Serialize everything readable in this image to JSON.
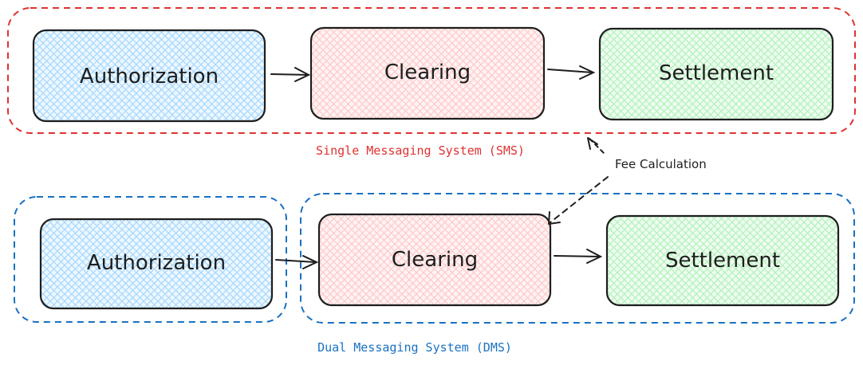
{
  "colors": {
    "sms_border": "#e03131",
    "dms_border": "#1971c2",
    "authorization_fill": "#a5d8ff",
    "clearing_fill": "#ffc9c9",
    "settlement_fill": "#b2f2bb",
    "stroke": "#1e1e1e"
  },
  "sms": {
    "label": "Single Messaging System (SMS)",
    "authorization": "Authorization",
    "clearing": "Clearing",
    "settlement": "Settlement"
  },
  "dms": {
    "label": "Dual Messaging System (DMS)",
    "authorization": "Authorization",
    "clearing": "Clearing",
    "settlement": "Settlement"
  },
  "edges": {
    "fee_calculation": "Fee Calculation"
  }
}
